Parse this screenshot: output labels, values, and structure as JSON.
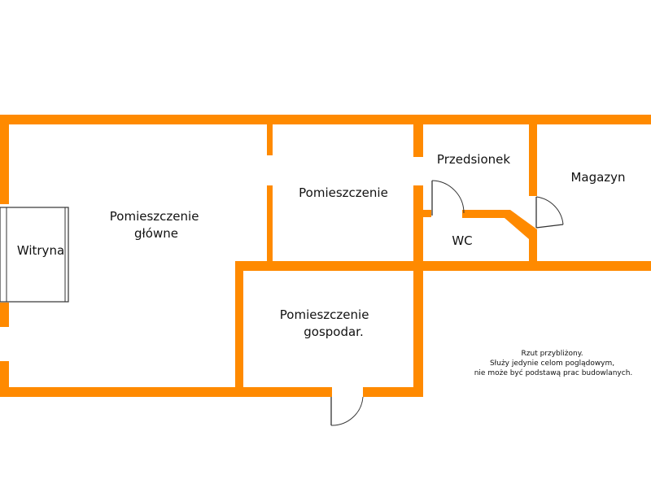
{
  "colors": {
    "wall": "#FF8A00",
    "line": "#333333",
    "text": "#111111",
    "background": "#FFFFFF"
  },
  "rooms": {
    "main": [
      "Pomieszczenie",
      "główne"
    ],
    "showcase": "Witryna",
    "room": "Pomieszczenie",
    "vestibule": "Przedsionek",
    "storage": "Magazyn",
    "wc": "WC",
    "utility": [
      "Pomieszczenie",
      "gospodar."
    ]
  },
  "note": [
    "Rzut przybliżony.",
    "Służy jedynie celom poglądowym,",
    "nie może być podstawą prac budowlanych."
  ]
}
